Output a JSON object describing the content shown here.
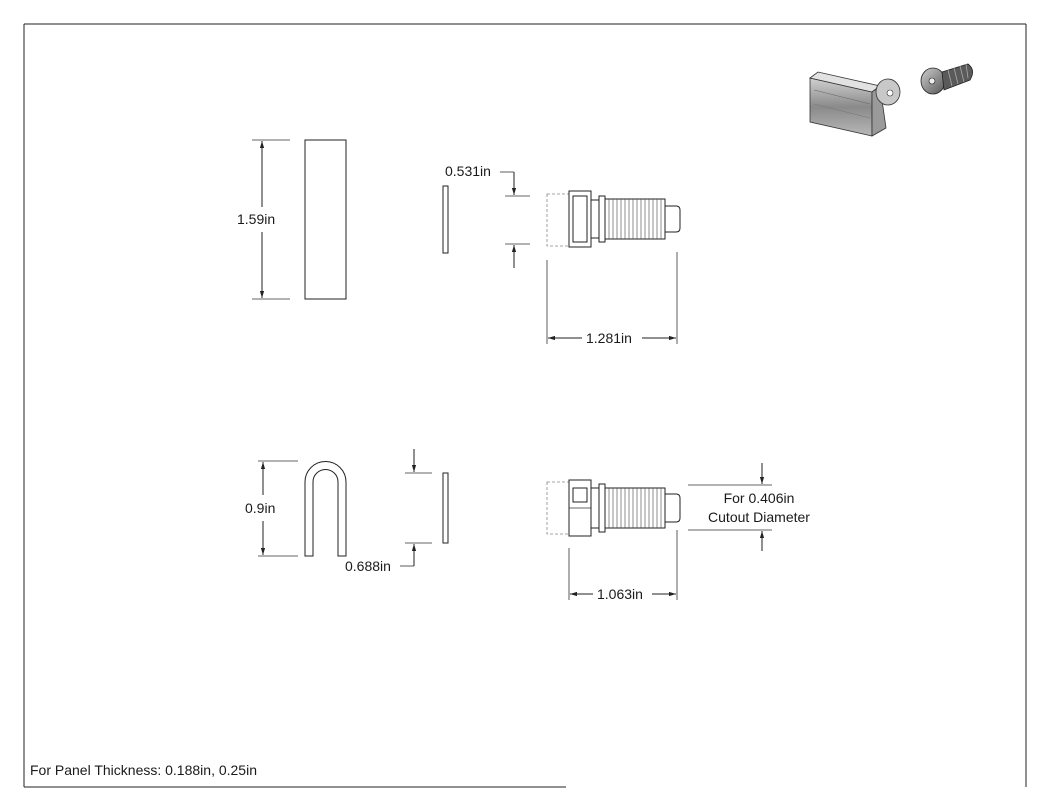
{
  "dimensions": {
    "clip_height": "1.59in",
    "washer_height": "0.531in",
    "stud_length": "1.281in",
    "clip_side_height": "0.9in",
    "clip_width": "0.688in",
    "stud_short_length": "1.063in",
    "cutout_line1": "For 0.406in",
    "cutout_line2": "Cutout Diameter"
  },
  "notes": {
    "panel_thickness": "For Panel Thickness: 0.188in, 0.25in"
  }
}
